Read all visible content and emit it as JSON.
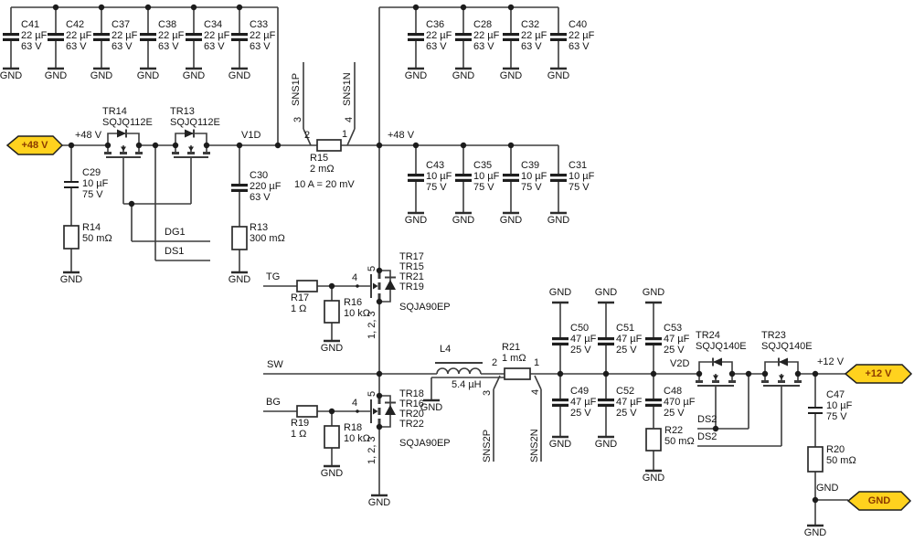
{
  "palette": {
    "wire": "#3d3d3d",
    "flag_fill": "#ffd21e",
    "flag_border": "#1f1f1f",
    "flag_text": "#8a3a00",
    "text": "#141414",
    "background": "#ffffff"
  },
  "flags": {
    "vin": "+48 V",
    "vout": "+12 V",
    "gnd": "GND"
  },
  "gnd": "GND",
  "nets": {
    "v48": "+48 V",
    "v1d": "V1D",
    "v2d": "V2D",
    "v12": "+12 V",
    "sw": "SW",
    "tg": "TG",
    "bg": "BG",
    "dg1": "DG1",
    "ds1": "DS1",
    "ds2": "DS2",
    "gnd": "GND",
    "sns1p": "SNS1P",
    "sns1n": "SNS1N",
    "sns2p": "SNS2P",
    "sns2n": "SNS2N"
  },
  "pins": {
    "p1": "1",
    "p2": "2",
    "p3": "3",
    "p4": "4",
    "p5": "5",
    "p123": "1, 2, 3"
  },
  "note": "10 A = 20 mV",
  "caps": {
    "c41": {
      "n": "C41",
      "v": "22 µF",
      "u": "63 V"
    },
    "c42": {
      "n": "C42",
      "v": "22 µF",
      "u": "63 V"
    },
    "c37": {
      "n": "C37",
      "v": "22 µF",
      "u": "63 V"
    },
    "c38": {
      "n": "C38",
      "v": "22 µF",
      "u": "63 V"
    },
    "c34": {
      "n": "C34",
      "v": "22 µF",
      "u": "63 V"
    },
    "c33": {
      "n": "C33",
      "v": "22 µF",
      "u": "63 V"
    },
    "c36": {
      "n": "C36",
      "v": "22 µF",
      "u": "63 V"
    },
    "c28": {
      "n": "C28",
      "v": "22 µF",
      "u": "63 V"
    },
    "c32": {
      "n": "C32",
      "v": "22 µF",
      "u": "63 V"
    },
    "c40": {
      "n": "C40",
      "v": "22 µF",
      "u": "63 V"
    },
    "c43": {
      "n": "C43",
      "v": "10 µF",
      "u": "75 V"
    },
    "c35": {
      "n": "C35",
      "v": "10 µF",
      "u": "75 V"
    },
    "c39": {
      "n": "C39",
      "v": "10 µF",
      "u": "75 V"
    },
    "c31": {
      "n": "C31",
      "v": "10 µF",
      "u": "75 V"
    },
    "c29": {
      "n": "C29",
      "v": "10 µF",
      "u": "75 V"
    },
    "c30": {
      "n": "C30",
      "v": "220 µF",
      "u": "63 V"
    },
    "c47": {
      "n": "C47",
      "v": "10 µF",
      "u": "75 V"
    },
    "c50": {
      "n": "C50",
      "v": "47 µF",
      "u": "25 V"
    },
    "c51": {
      "n": "C51",
      "v": "47 µF",
      "u": "25 V"
    },
    "c53": {
      "n": "C53",
      "v": "47 µF",
      "u": "25 V"
    },
    "c49": {
      "n": "C49",
      "v": "47 µF",
      "u": "25 V"
    },
    "c52": {
      "n": "C52",
      "v": "47 µF",
      "u": "25 V"
    },
    "c48": {
      "n": "C48",
      "v": "470 µF",
      "u": "25 V"
    }
  },
  "res": {
    "r14": {
      "n": "R14",
      "v": "50 mΩ"
    },
    "r13": {
      "n": "R13",
      "v": "300 mΩ"
    },
    "r15": {
      "n": "R15",
      "v": "2 mΩ"
    },
    "r17": {
      "n": "R17",
      "v": "1 Ω"
    },
    "r16": {
      "n": "R16",
      "v": "10 kΩ"
    },
    "r19": {
      "n": "R19",
      "v": "1 Ω"
    },
    "r18": {
      "n": "R18",
      "v": "10 kΩ"
    },
    "r21": {
      "n": "R21",
      "v": "1 mΩ"
    },
    "r22": {
      "n": "R22",
      "v": "50 mΩ"
    },
    "r20": {
      "n": "R20",
      "v": "50 mΩ"
    }
  },
  "ind": {
    "l4": {
      "n": "L4",
      "v": "5.4 µH"
    }
  },
  "fets": {
    "tr14": {
      "n": "TR14",
      "part": "SQJQ112E"
    },
    "tr13": {
      "n": "TR13",
      "part": "SQJQ112E"
    },
    "tr24": {
      "n": "TR24",
      "part": "SQJQ140E"
    },
    "tr23": {
      "n": "TR23",
      "part": "SQJQ140E"
    },
    "qtop": {
      "n1": "TR17",
      "n2": "TR15",
      "n3": "TR21",
      "n4": "TR19",
      "part": "SQJA90EP"
    },
    "qbot": {
      "n1": "TR18",
      "n2": "TR16",
      "n3": "TR20",
      "n4": "TR22",
      "part": "SQJA90EP"
    }
  }
}
